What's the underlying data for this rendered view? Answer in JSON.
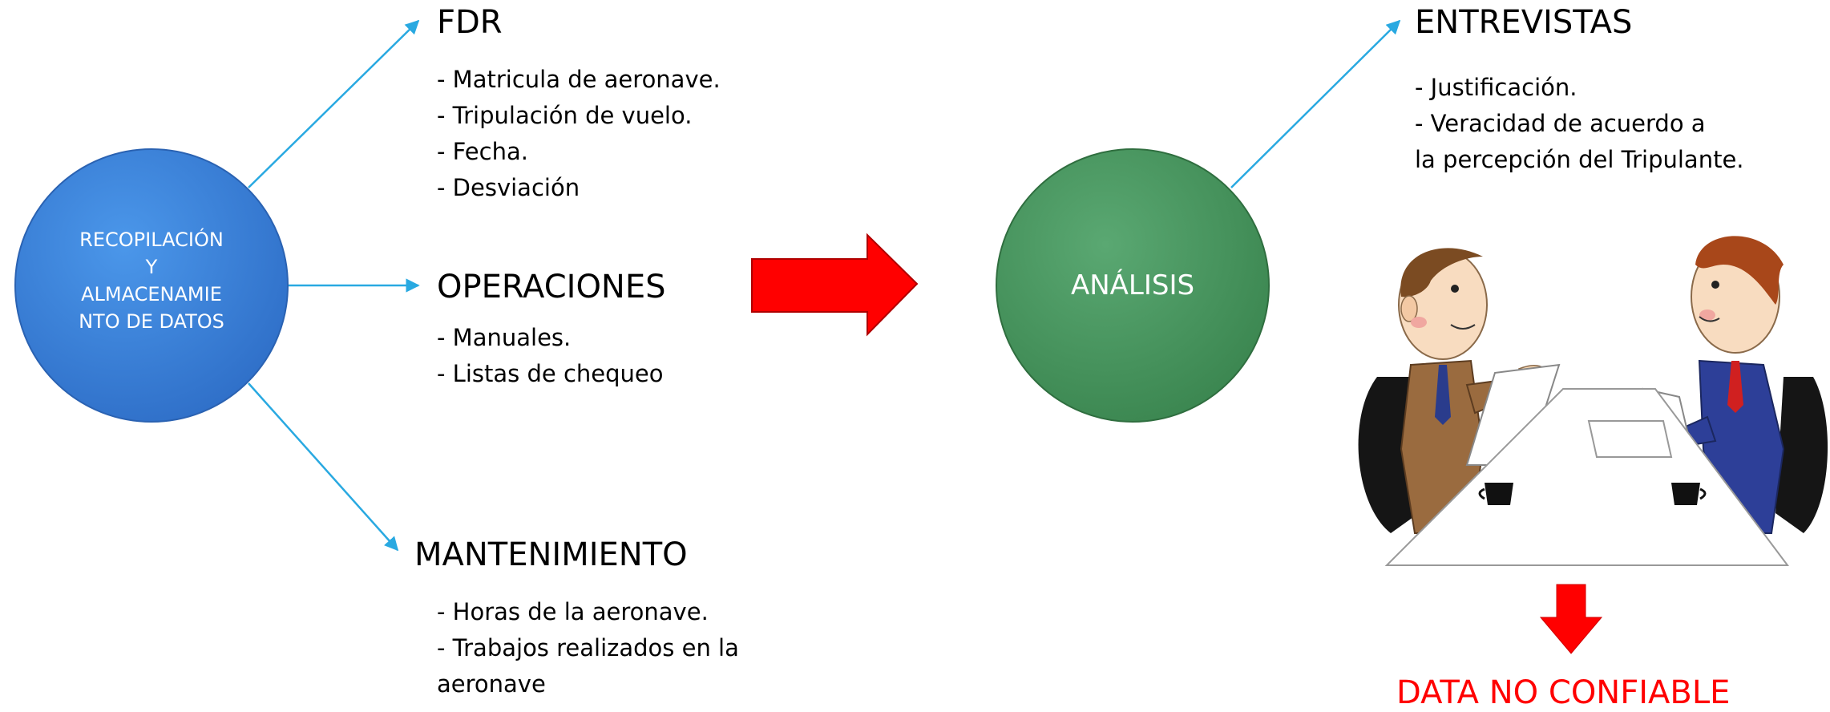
{
  "nodes": {
    "recopilacion": {
      "label_lines": [
        "RECOPILACIÓN",
        "Y",
        "ALMACENAMIE",
        "NTO DE DATOS"
      ]
    },
    "analisis": {
      "label": "ANÁLISIS"
    }
  },
  "sections": {
    "fdr": {
      "title": "FDR",
      "items": [
        "- Matricula de aeronave.",
        "- Tripulación de vuelo.",
        "- Fecha.",
        "- Desviación"
      ]
    },
    "operaciones": {
      "title": "OPERACIONES",
      "items": [
        "- Manuales.",
        "- Listas de chequeo"
      ]
    },
    "mantenimiento": {
      "title": "MANTENIMIENTO",
      "items": [
        "- Horas de la aeronave.",
        "- Trabajos realizados en la",
        "aeronave"
      ]
    },
    "entrevistas": {
      "title": "ENTREVISTAS",
      "items": [
        "- Justificación.",
        "- Veracidad de acuerdo a",
        "la percepción del Tripulante."
      ]
    }
  },
  "result": {
    "label": "DATA NO CONFIABLE"
  },
  "colors": {
    "blue_circle": "#3d86e0",
    "green_circle": "#4a9a62",
    "connector": "#29a9e1",
    "accent_red": "#ff0000"
  }
}
